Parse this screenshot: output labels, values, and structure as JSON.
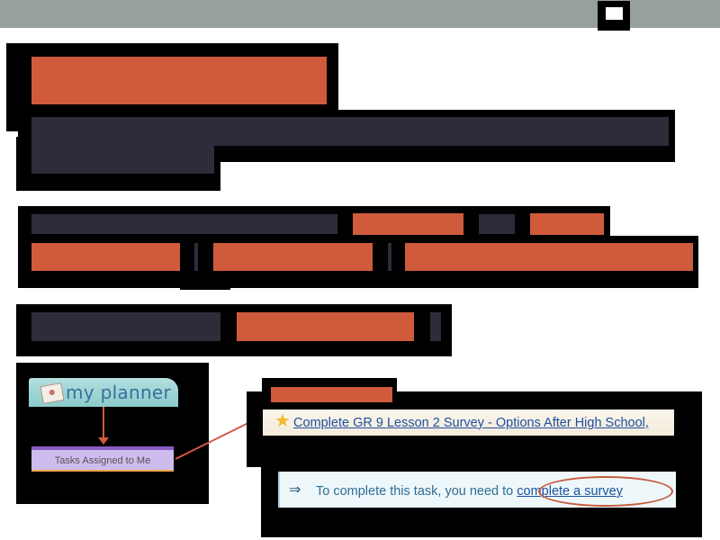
{
  "planner": {
    "title": "my planner",
    "icon": "planner-icon",
    "submenu_label": "Tasks Assigned to Me"
  },
  "task": {
    "icon": "star-icon",
    "link_text": "Complete GR 9 Lesson 2 Survey - Options After High School,"
  },
  "info": {
    "icon": "arrow-right-icon",
    "text": "To complete this task, you need to",
    "link_text": "complete a survey"
  },
  "colors": {
    "top_bar": "#95a19a",
    "redaction_accent": "#d05a3c",
    "redaction_dark": "#2c2c3a",
    "planner_tab": "#9ed4d4",
    "tasks_box": "#cebcee",
    "task_row": "#f6f0e3",
    "info_row": "#eef7fa",
    "highlight": "#c75a3a"
  }
}
